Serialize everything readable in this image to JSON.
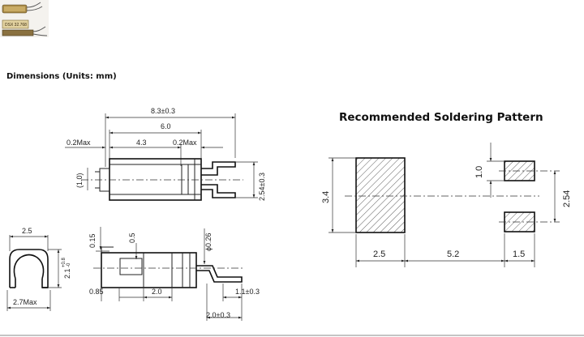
{
  "section_title": "Dimensions (Units: mm)",
  "pattern_title": "Recommended Soldering Pattern",
  "photo_label": "DSX 32.768",
  "side_view": {
    "overall_length": "8.3±0.3",
    "body_length": "6.0",
    "left_gap": "0.2Max",
    "body_inner": "4.3",
    "right_gap": "0.2Max",
    "lead_height": "(1.0)",
    "total_height": "2.54±0.3"
  },
  "end_view": {
    "width": "2.5",
    "height": "2.1",
    "height_tol_upper": "+0.8",
    "height_tol_lower": "-0",
    "max_width": "2.7Max"
  },
  "bottom_view": {
    "thickness": "0.15",
    "lead_offset": "0.5",
    "lead_diameter": "ϕ0.26",
    "left_margin": "0.85",
    "center_width": "2.0",
    "lead_ext": "1.1±0.3",
    "lead_length": "2.0±0.3"
  },
  "pattern": {
    "pad_height": "3.4",
    "pad_width": "2.5",
    "gap": "5.2",
    "small_pad_width": "1.5",
    "small_pad_height": "1.0",
    "pitch": "2.54"
  }
}
